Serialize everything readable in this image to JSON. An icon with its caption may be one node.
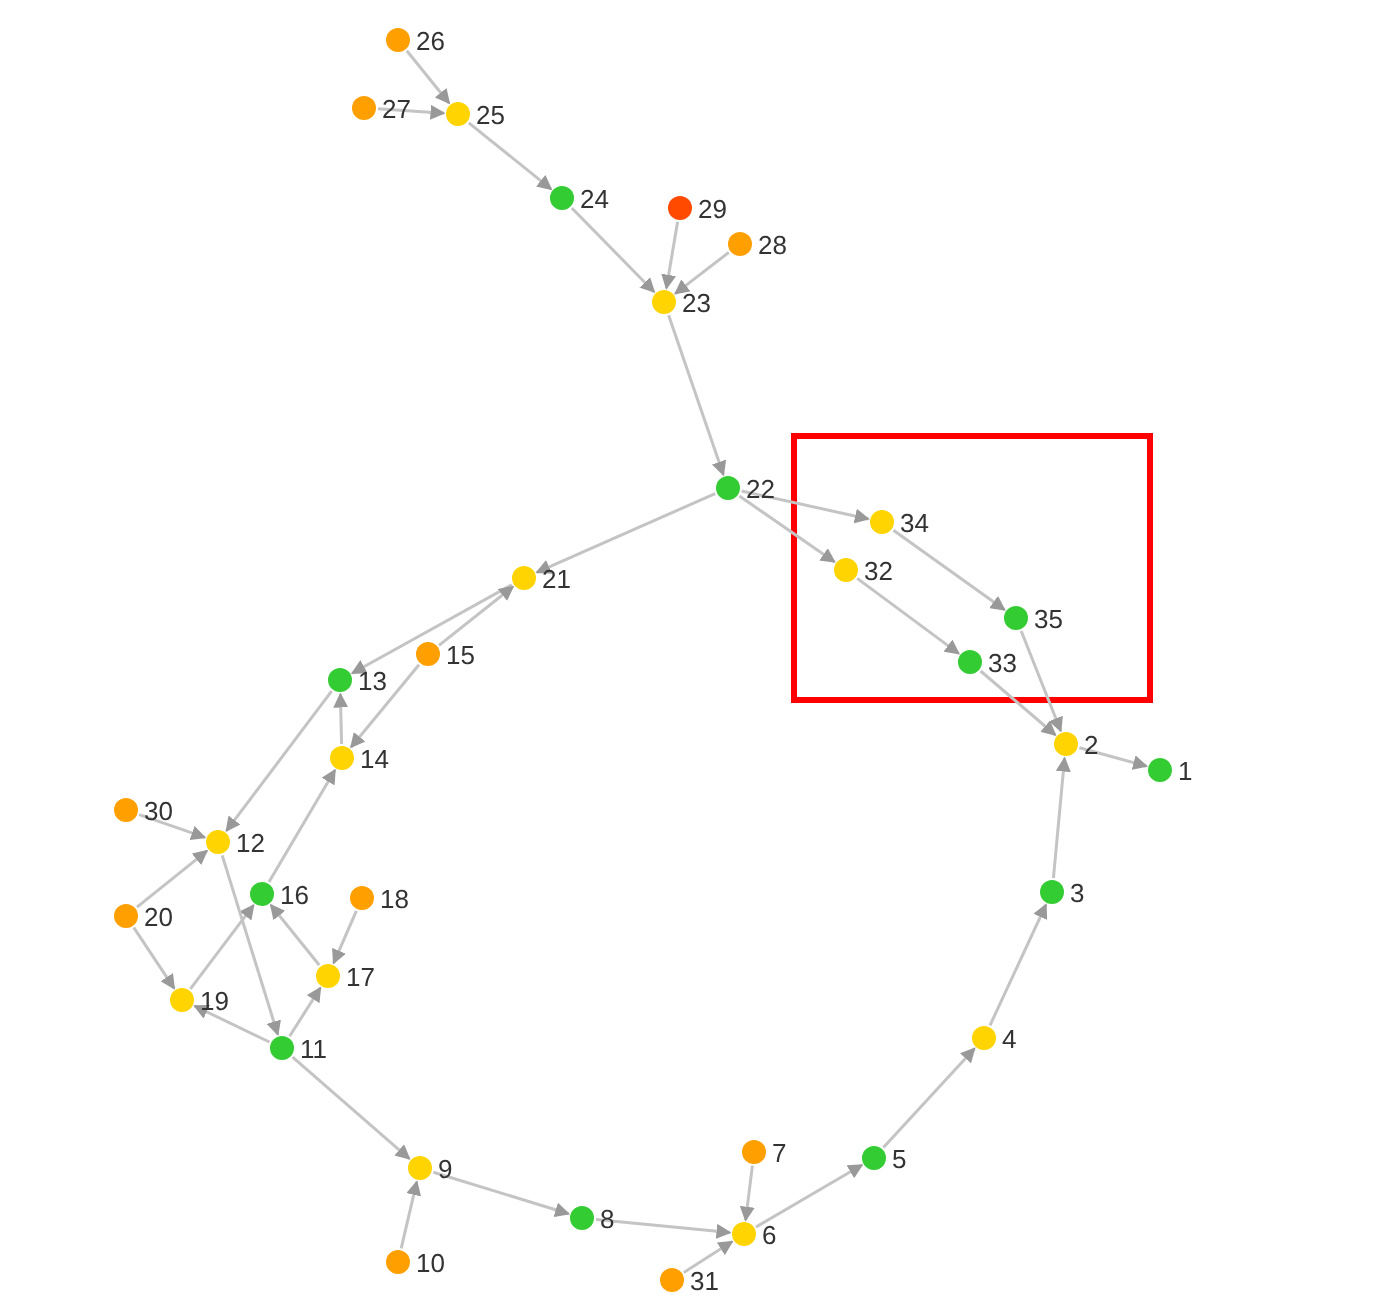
{
  "diagram": {
    "nodes": [
      {
        "text": [
          "1"
        ]
      },
      {
        "text": [
          "2"
        ]
      },
      {
        "text": [
          "3"
        ]
      },
      {
        "text": [
          "4"
        ]
      },
      {
        "text": [
          "5"
        ]
      },
      {
        "text": [
          "6"
        ]
      },
      {
        "text": [
          "7"
        ]
      },
      {
        "text": [
          "8"
        ]
      },
      {
        "text": [
          "9"
        ]
      },
      {
        "text": [
          "10"
        ]
      },
      {
        "text": [
          "11"
        ]
      },
      {
        "text": [
          "12"
        ]
      },
      {
        "text": [
          "13"
        ]
      },
      {
        "text": [
          "14"
        ]
      },
      {
        "text": [
          "15"
        ]
      },
      {
        "text": [
          "16"
        ]
      },
      {
        "text": [
          "17"
        ]
      },
      {
        "text": [
          "18"
        ]
      },
      {
        "text": [
          "19"
        ]
      },
      {
        "text": [
          "20"
        ]
      },
      {
        "text": [
          "21"
        ]
      },
      {
        "text": [
          "22"
        ]
      },
      {
        "text": [
          "23"
        ]
      },
      {
        "text": [
          "24"
        ]
      },
      {
        "text": [
          "25"
        ]
      },
      {
        "text": [
          "26"
        ]
      },
      {
        "text": [
          "27"
        ]
      },
      {
        "text": [
          "28"
        ]
      },
      {
        "text": [
          "29"
        ]
      },
      {
        "text": [
          "30"
        ]
      },
      {
        "text": [
          "31"
        ]
      },
      {
        "text": [
          "32"
        ]
      },
      {
        "text": [
          "33"
        ]
      },
      {
        "text": [
          "34"
        ]
      },
      {
        "text": [
          "35"
        ]
      }
    ],
    "edges": [
      {
        "from": 25,
        "to": 24,
        "arrow": "to"
      },
      {
        "from": 26,
        "to": 24,
        "arrow": "to"
      },
      {
        "from": 24,
        "to": 23,
        "arrow": "to"
      },
      {
        "from": 23,
        "to": 22,
        "arrow": "to"
      },
      {
        "from": 28,
        "to": 22,
        "arrow": "to"
      },
      {
        "from": 27,
        "to": 22,
        "arrow": "to"
      },
      {
        "from": 22,
        "to": 21,
        "arrow": "to"
      },
      {
        "from": 21,
        "to": 33,
        "arrow": "to"
      },
      {
        "from": 21,
        "to": 31,
        "arrow": "to"
      },
      {
        "from": 33,
        "to": 34,
        "arrow": "to"
      },
      {
        "from": 31,
        "to": 32,
        "arrow": "to"
      },
      {
        "from": 32,
        "to": 1,
        "arrow": "to"
      },
      {
        "from": 34,
        "to": 1,
        "arrow": "to"
      },
      {
        "from": 1,
        "to": 0,
        "arrow": "to"
      },
      {
        "from": 2,
        "to": 1,
        "arrow": "to"
      },
      {
        "from": 3,
        "to": 2,
        "arrow": "to"
      },
      {
        "from": 4,
        "to": 3,
        "arrow": "to"
      },
      {
        "from": 5,
        "to": 4,
        "arrow": "to"
      },
      {
        "from": 6,
        "to": 5,
        "arrow": "to"
      },
      {
        "from": 30,
        "to": 5,
        "arrow": "to"
      },
      {
        "from": 7,
        "to": 5,
        "arrow": "to"
      },
      {
        "from": 8,
        "to": 7,
        "arrow": "to"
      },
      {
        "from": 9,
        "to": 8,
        "arrow": "to"
      },
      {
        "from": 10,
        "to": 8,
        "arrow": "to"
      },
      {
        "from": 21,
        "to": 20,
        "arrow": "to"
      },
      {
        "from": 20,
        "to": 12,
        "arrow": "to"
      },
      {
        "from": 14,
        "to": 20,
        "arrow": "to"
      },
      {
        "from": 14,
        "to": 13,
        "arrow": "to"
      },
      {
        "from": 13,
        "to": 12,
        "arrow": "to"
      },
      {
        "from": 15,
        "to": 13,
        "arrow": "to"
      },
      {
        "from": 12,
        "to": 11,
        "arrow": "to"
      },
      {
        "from": 29,
        "to": 11,
        "arrow": "to"
      },
      {
        "from": 19,
        "to": 11,
        "arrow": "to"
      },
      {
        "from": 19,
        "to": 18,
        "arrow": "to"
      },
      {
        "from": 18,
        "to": 15,
        "arrow": "to"
      },
      {
        "from": 11,
        "to": 10,
        "arrow": "to"
      },
      {
        "from": 10,
        "to": 18,
        "arrow": "to"
      },
      {
        "from": 10,
        "to": 16,
        "arrow": "to"
      },
      {
        "from": 16,
        "to": 15,
        "arrow": "to"
      },
      {
        "from": 17,
        "to": 16,
        "arrow": "to"
      }
    ]
  }
}
